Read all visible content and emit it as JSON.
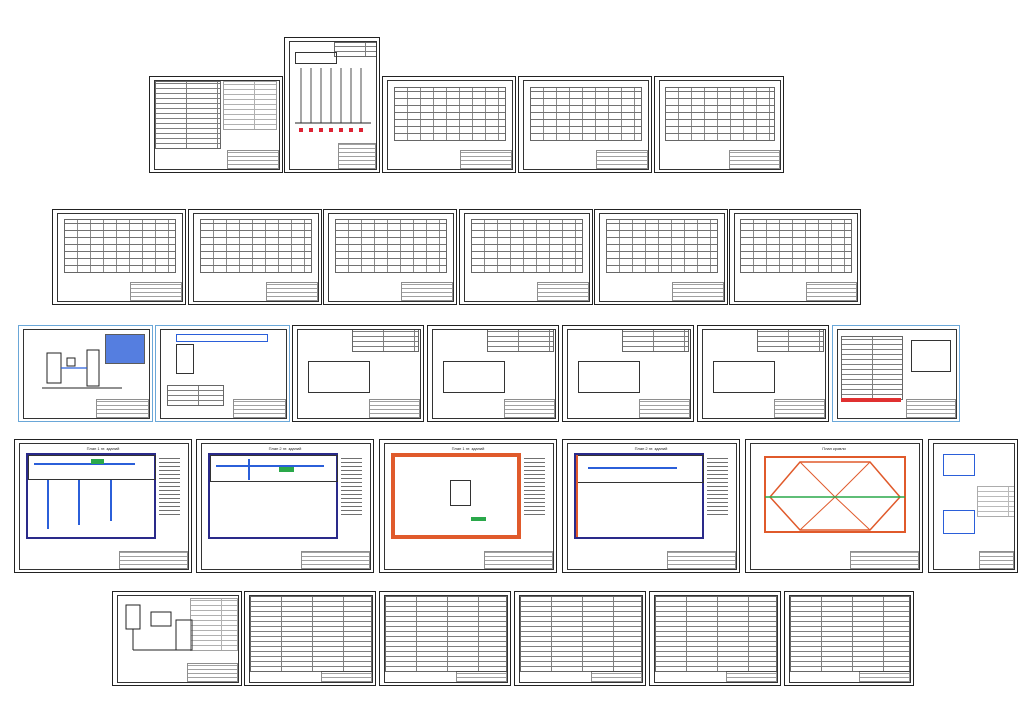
{
  "sheets": {
    "plan_1_title": "План 1 эт. зданий",
    "plan_2_title": "План 2 эт. зданий",
    "plan_3_title": "План 1 эт. зданий",
    "plan_4_title": "План 2 эт. зданий",
    "plan_5_title": "План кровли"
  },
  "colors": {
    "line": "#222222",
    "blue": "#2b5fd9",
    "green": "#2aa84a",
    "red": "#e05a2b",
    "background": "#ffffff"
  }
}
